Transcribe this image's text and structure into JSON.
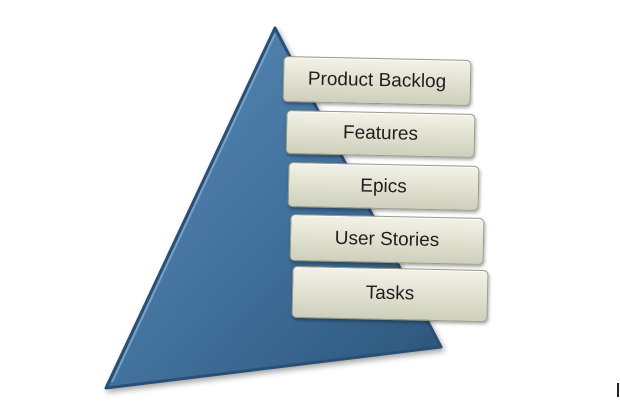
{
  "diagram": {
    "levels": [
      {
        "label": "Product Backlog"
      },
      {
        "label": "Features"
      },
      {
        "label": "Epics"
      },
      {
        "label": "User Stories"
      },
      {
        "label": "Tasks"
      }
    ],
    "colors": {
      "pyramid_fill": "#3f6f9a",
      "pyramid_highlight": "#5d8dba",
      "pyramid_shadow": "#2b5478",
      "box_fill": "#e3e3d3",
      "box_border": "#9a9a86",
      "text": "#1e1e1e"
    }
  }
}
